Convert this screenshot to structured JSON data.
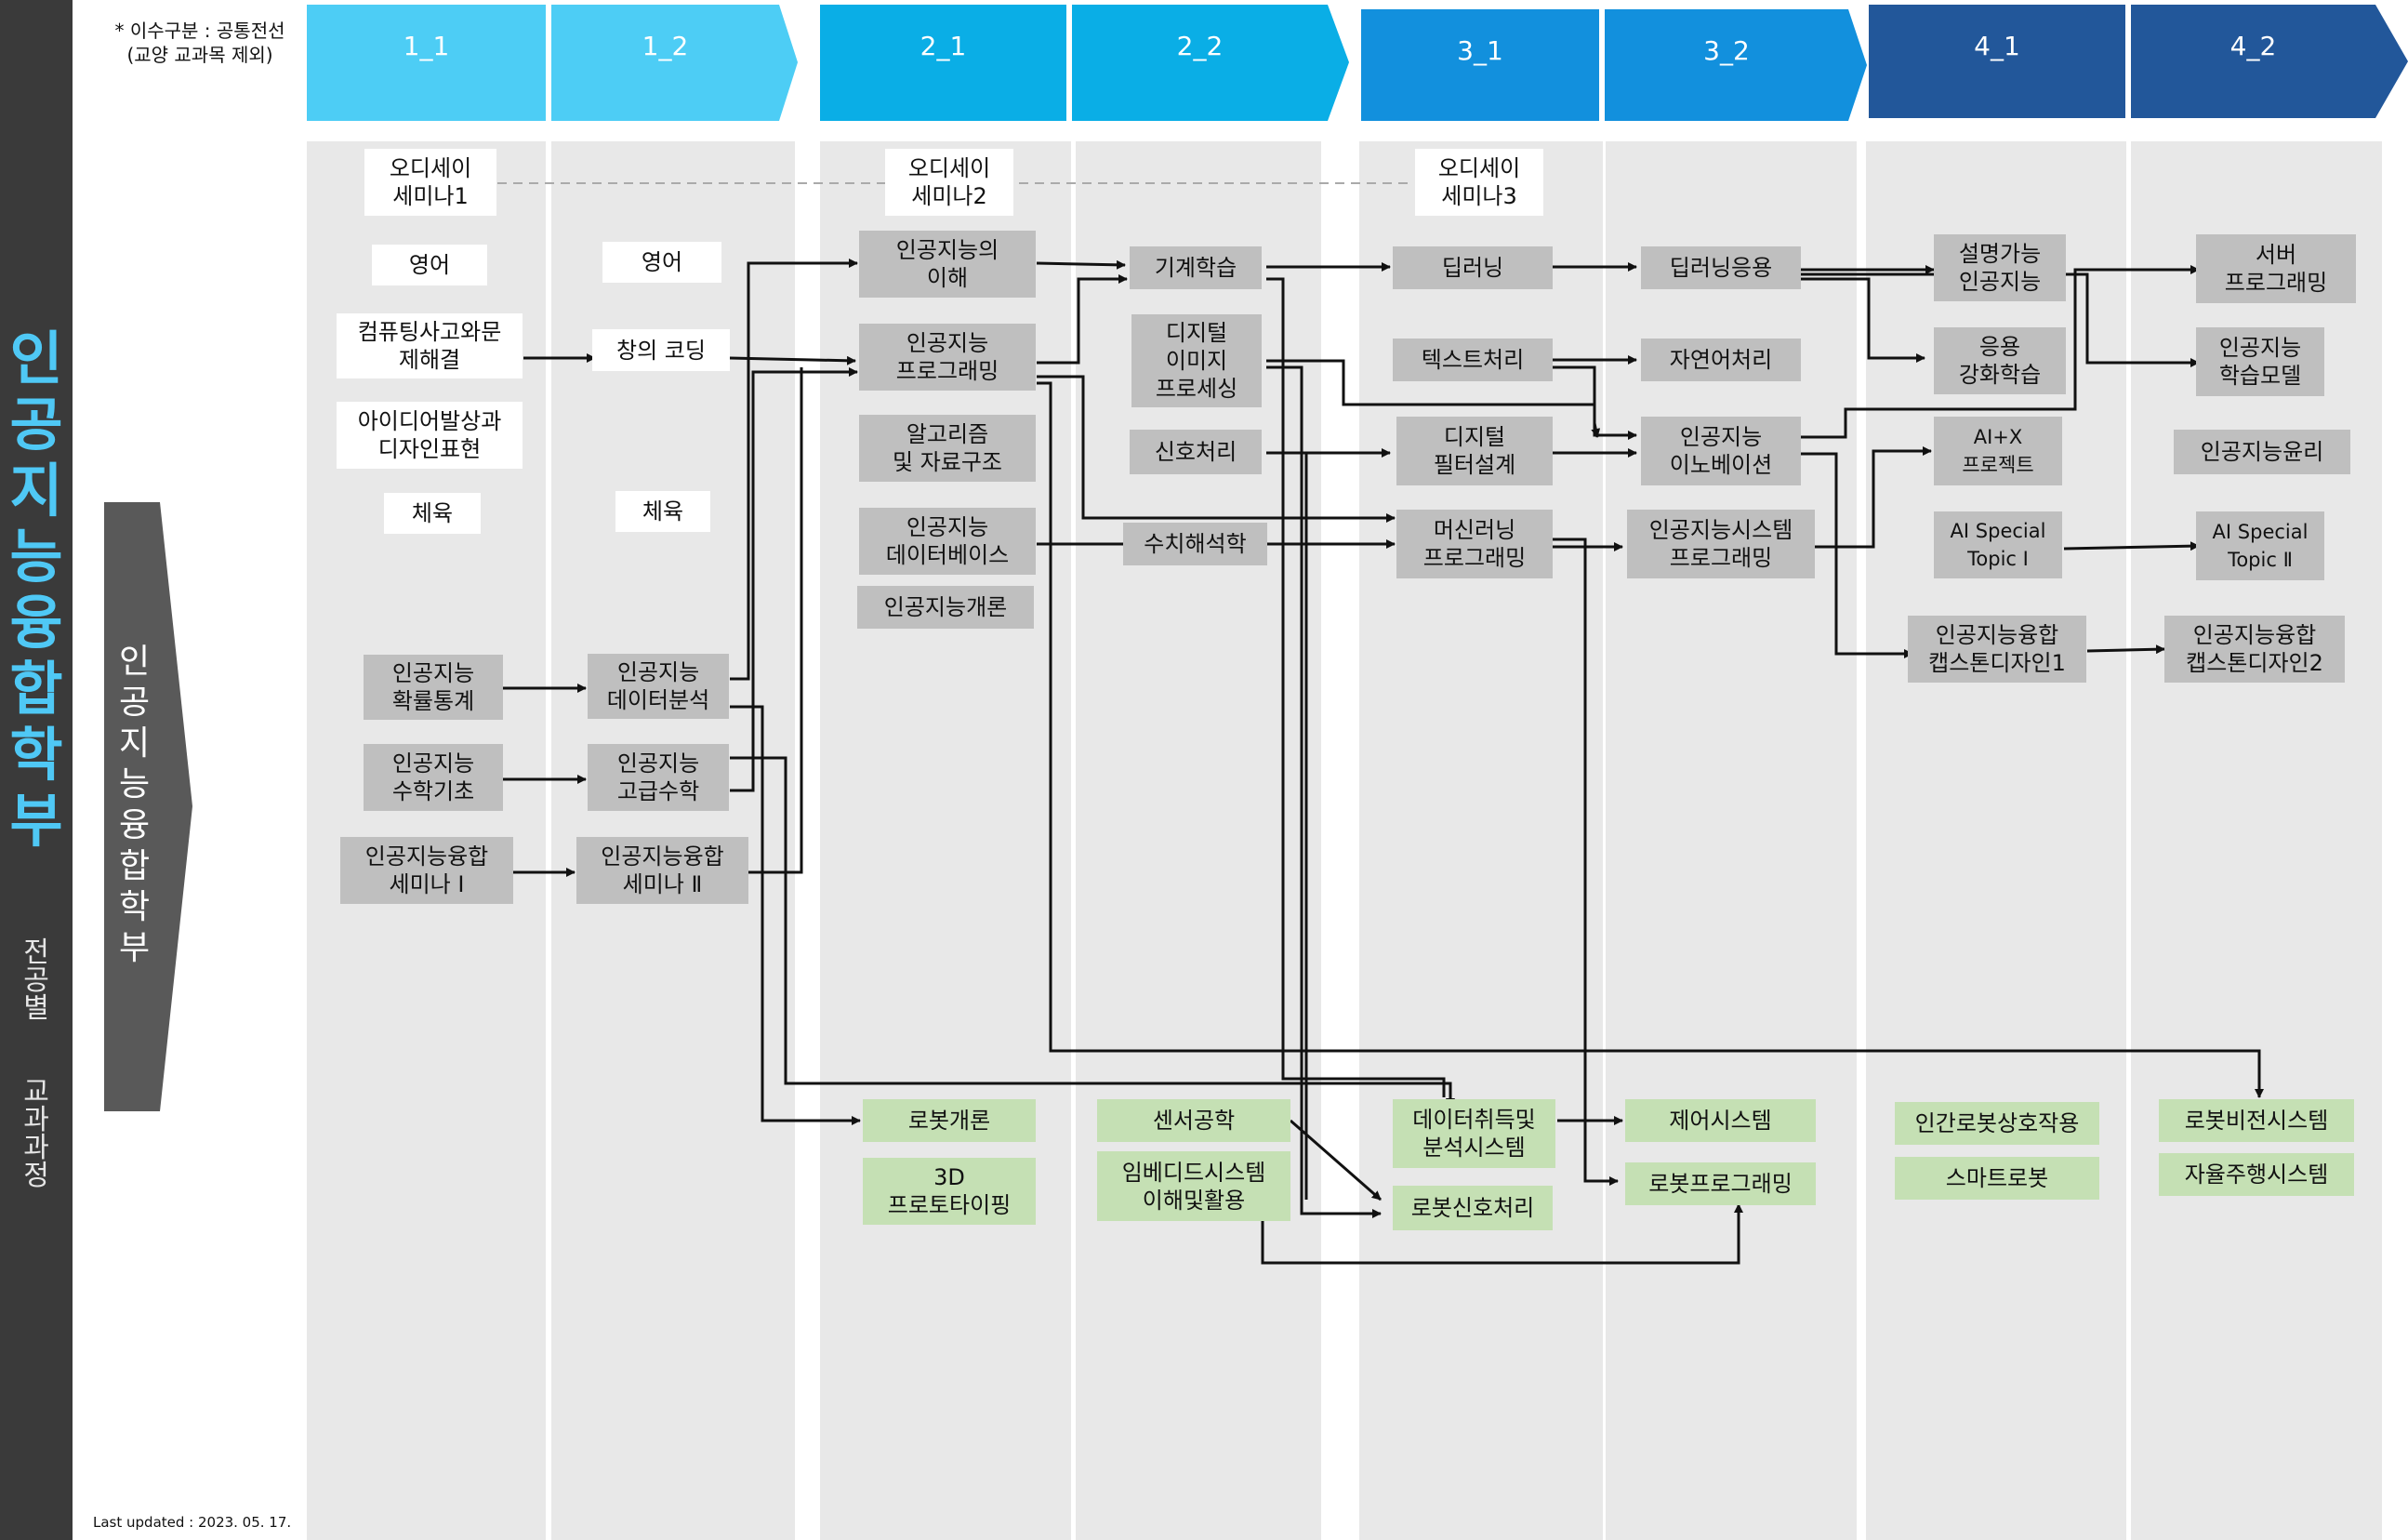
{
  "note": "* 이수구분 : 공통전선\n(교양 교과목 제외)",
  "sidebar": {
    "title": "인공지능융합학부",
    "subtitle": "전공별\n\n교과과정"
  },
  "side_arrow_label": "인공지능융합학부",
  "updated": "Last updated : 2023. 05. 17.",
  "colors": {
    "sem1": "#4dcdf5",
    "sem2": "#0aaee6",
    "sem3": "#1290dd",
    "sem4": "#22579a",
    "gray_box": "#bfbfbf",
    "green_box": "#c5e0b4",
    "column_bg": "#e8e8e8"
  },
  "semesters": [
    "1_1",
    "1_2",
    "2_1",
    "2_2",
    "3_1",
    "3_2",
    "4_1",
    "4_2"
  ],
  "courses": {
    "odyssey1": "오디세이\n세미나1",
    "odyssey2": "오디세이\n세미나2",
    "odyssey3": "오디세이\n세미나3",
    "english1": "영어",
    "english2": "영어",
    "computing": "컴퓨팅사고와문\n제해결",
    "idea": "아이디어발상과\n디자인표현",
    "pe1": "체육",
    "pe2": "체육",
    "creative_coding": "창의 코딩",
    "ai_prob_stats": "인공지능\n확률통계",
    "ai_math_basic": "인공지능\n수학기초",
    "ai_seminar1": "인공지능융합\n세미나 Ⅰ",
    "ai_data_analysis": "인공지능\n데이터분석",
    "ai_adv_math": "인공지능\n고급수학",
    "ai_seminar2": "인공지능융합\n세미나 Ⅱ",
    "ai_understanding": "인공지능의\n이해",
    "ai_programming": "인공지능\n프로그래밍",
    "algorithms": "알고리즘\n및 자료구조",
    "ai_database": "인공지능\n데이터베이스",
    "ai_intro": "인공지능개론",
    "machine_learning": "기계학습",
    "digital_image": "디지털\n이미지\n프로세싱",
    "signal_processing": "신호처리",
    "numerical_analysis": "수치해석학",
    "deep_learning": "딥러닝",
    "text_processing": "텍스트처리",
    "digital_filter": "디지털\n필터설계",
    "ml_programming": "머신러닝\n프로그래밍",
    "deep_learning_app": "딥러닝응용",
    "nlp": "자연어처리",
    "ai_innovation": "인공지능\n이노베이션",
    "ai_system_prog": "인공지능시스템\n프로그래밍",
    "xai": "설명가능\n인공지능",
    "applied_rl": "응용\n강화학습",
    "ai_x_project": "AI+X\n프로젝트",
    "ai_special1": "AI Special\nTopic Ⅰ",
    "capstone1": "인공지능융합\n캡스톤디자인1",
    "server_prog": "서버\n프로그래밍",
    "ai_learning_model": "인공지능\n학습모델",
    "ai_ethics": "인공지능윤리",
    "ai_special2": "AI Special\nTopic Ⅱ",
    "capstone2": "인공지능융합\n캡스톤디자인2",
    "robot_intro": "로봇개론",
    "prototyping_3d": "3D\n프로토타이핑",
    "sensor_eng": "센서공학",
    "embedded": "임베디드시스템\n이해및활용",
    "data_acq": "데이터취득및\n분석시스템",
    "robot_signal": "로봇신호처리",
    "control_sys": "제어시스템",
    "robot_programming": "로봇프로그래밍",
    "hri": "인간로봇상호작용",
    "smart_robot": "스마트로봇",
    "robot_vision": "로봇비전시스템",
    "autonomous": "자율주행시스템"
  }
}
